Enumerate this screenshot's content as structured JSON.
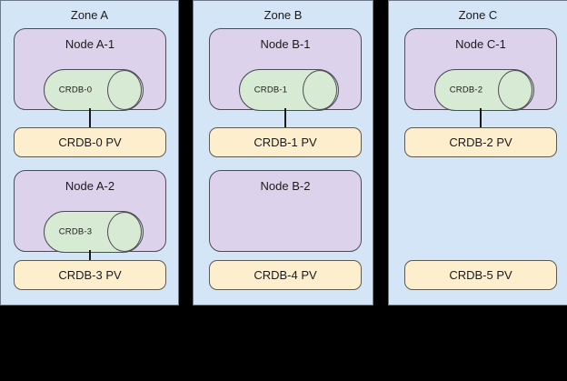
{
  "diagram": {
    "title_hidden": "",
    "background_color": "#000000",
    "colors": {
      "zone_fill": "#d3e5f7",
      "zone_stroke": "#6c7a89",
      "node_fill": "#dcd2ec",
      "node_stroke": "#4f4b57",
      "pod_fill": "#d7ead3",
      "pod_stroke": "#4f4b57",
      "pv_fill": "#fdeece",
      "pv_stroke": "#5e5a4e",
      "text": "#1b1b1b",
      "connector": "#1b1b1b"
    }
  },
  "zones": [
    {
      "label": "Zone A",
      "nodes": [
        {
          "label": "Node A-1",
          "pod": {
            "label": "CRDB-0",
            "shape": "cylinder"
          },
          "connected": true
        },
        {
          "label": "Node A-2",
          "pod": {
            "label": "CRDB-3",
            "shape": "cylinder"
          },
          "connected": true
        }
      ],
      "volumes": [
        {
          "label": "CRDB-0 PV"
        },
        {
          "label": "CRDB-3 PV"
        }
      ]
    },
    {
      "label": "Zone B",
      "nodes": [
        {
          "label": "Node B-1",
          "pod": {
            "label": "CRDB-1",
            "shape": "cylinder"
          },
          "connected": true
        },
        {
          "label": "Node B-2",
          "pod": null,
          "connected": false
        }
      ],
      "volumes": [
        {
          "label": "CRDB-1 PV"
        },
        {
          "label": "CRDB-4 PV"
        }
      ]
    },
    {
      "label": "Zone C",
      "nodes": [
        {
          "label": "Node C-1",
          "pod": {
            "label": "CRDB-2",
            "shape": "cylinder"
          },
          "connected": true
        }
      ],
      "volumes": [
        {
          "label": "CRDB-2 PV"
        },
        {
          "label": "CRDB-5 PV"
        }
      ]
    }
  ]
}
